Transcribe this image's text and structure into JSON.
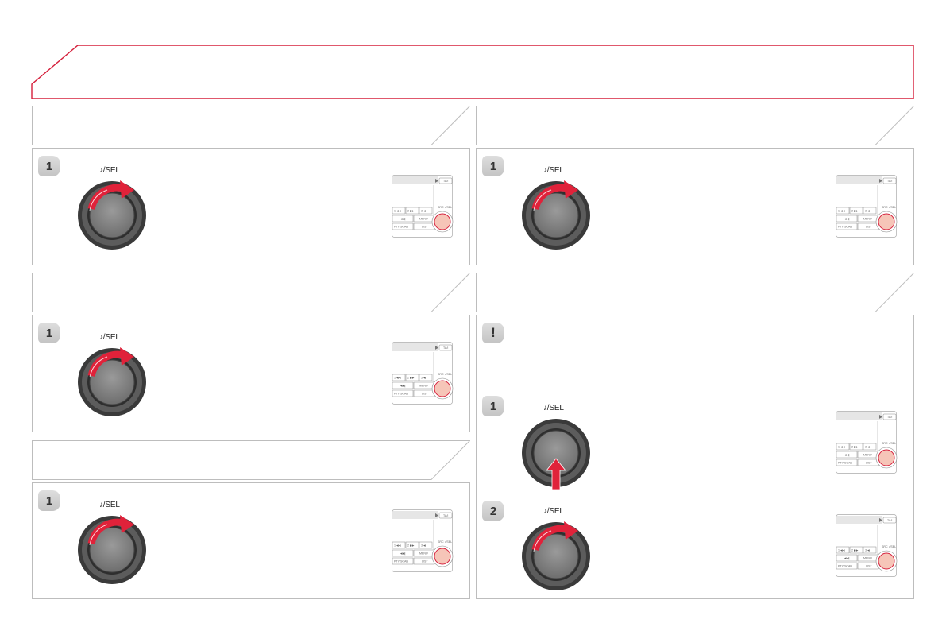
{
  "header": {
    "title": ""
  },
  "colors": {
    "accent": "#d5203c",
    "band_border": "#bdbdbd",
    "arrow": "#e0223a",
    "device_button": "#f6c5b8"
  },
  "knob_label": "♪/SEL",
  "icons": {
    "knob": "rotary-knob-icon",
    "rotate_arrow": "rotate-arrow-icon",
    "press_arrow": "press-arrow-icon",
    "device": "audio-panel-icon",
    "warning": "exclamation-icon"
  },
  "device": {
    "labels": [
      "TA/I",
      "1  ◀◀",
      "2  ▶▶",
      "3  ◀",
      "|◀◀|",
      "MENU",
      "PTY/SCAN",
      "LIST",
      "SRC",
      "♪/SEL"
    ]
  },
  "sections": [
    {
      "id": "left-1",
      "heading": "",
      "steps": [
        {
          "number": "1",
          "action": "rotate"
        }
      ]
    },
    {
      "id": "left-2",
      "heading": "",
      "steps": [
        {
          "number": "1",
          "action": "rotate"
        }
      ]
    },
    {
      "id": "left-3",
      "heading": "",
      "steps": [
        {
          "number": "1",
          "action": "rotate"
        }
      ]
    },
    {
      "id": "right-1",
      "heading": "",
      "steps": [
        {
          "number": "1",
          "action": "rotate"
        }
      ]
    },
    {
      "id": "right-2",
      "heading": "",
      "note_icon": "!",
      "steps": [
        {
          "number": "1",
          "action": "press"
        },
        {
          "number": "2",
          "action": "rotate"
        }
      ]
    }
  ]
}
